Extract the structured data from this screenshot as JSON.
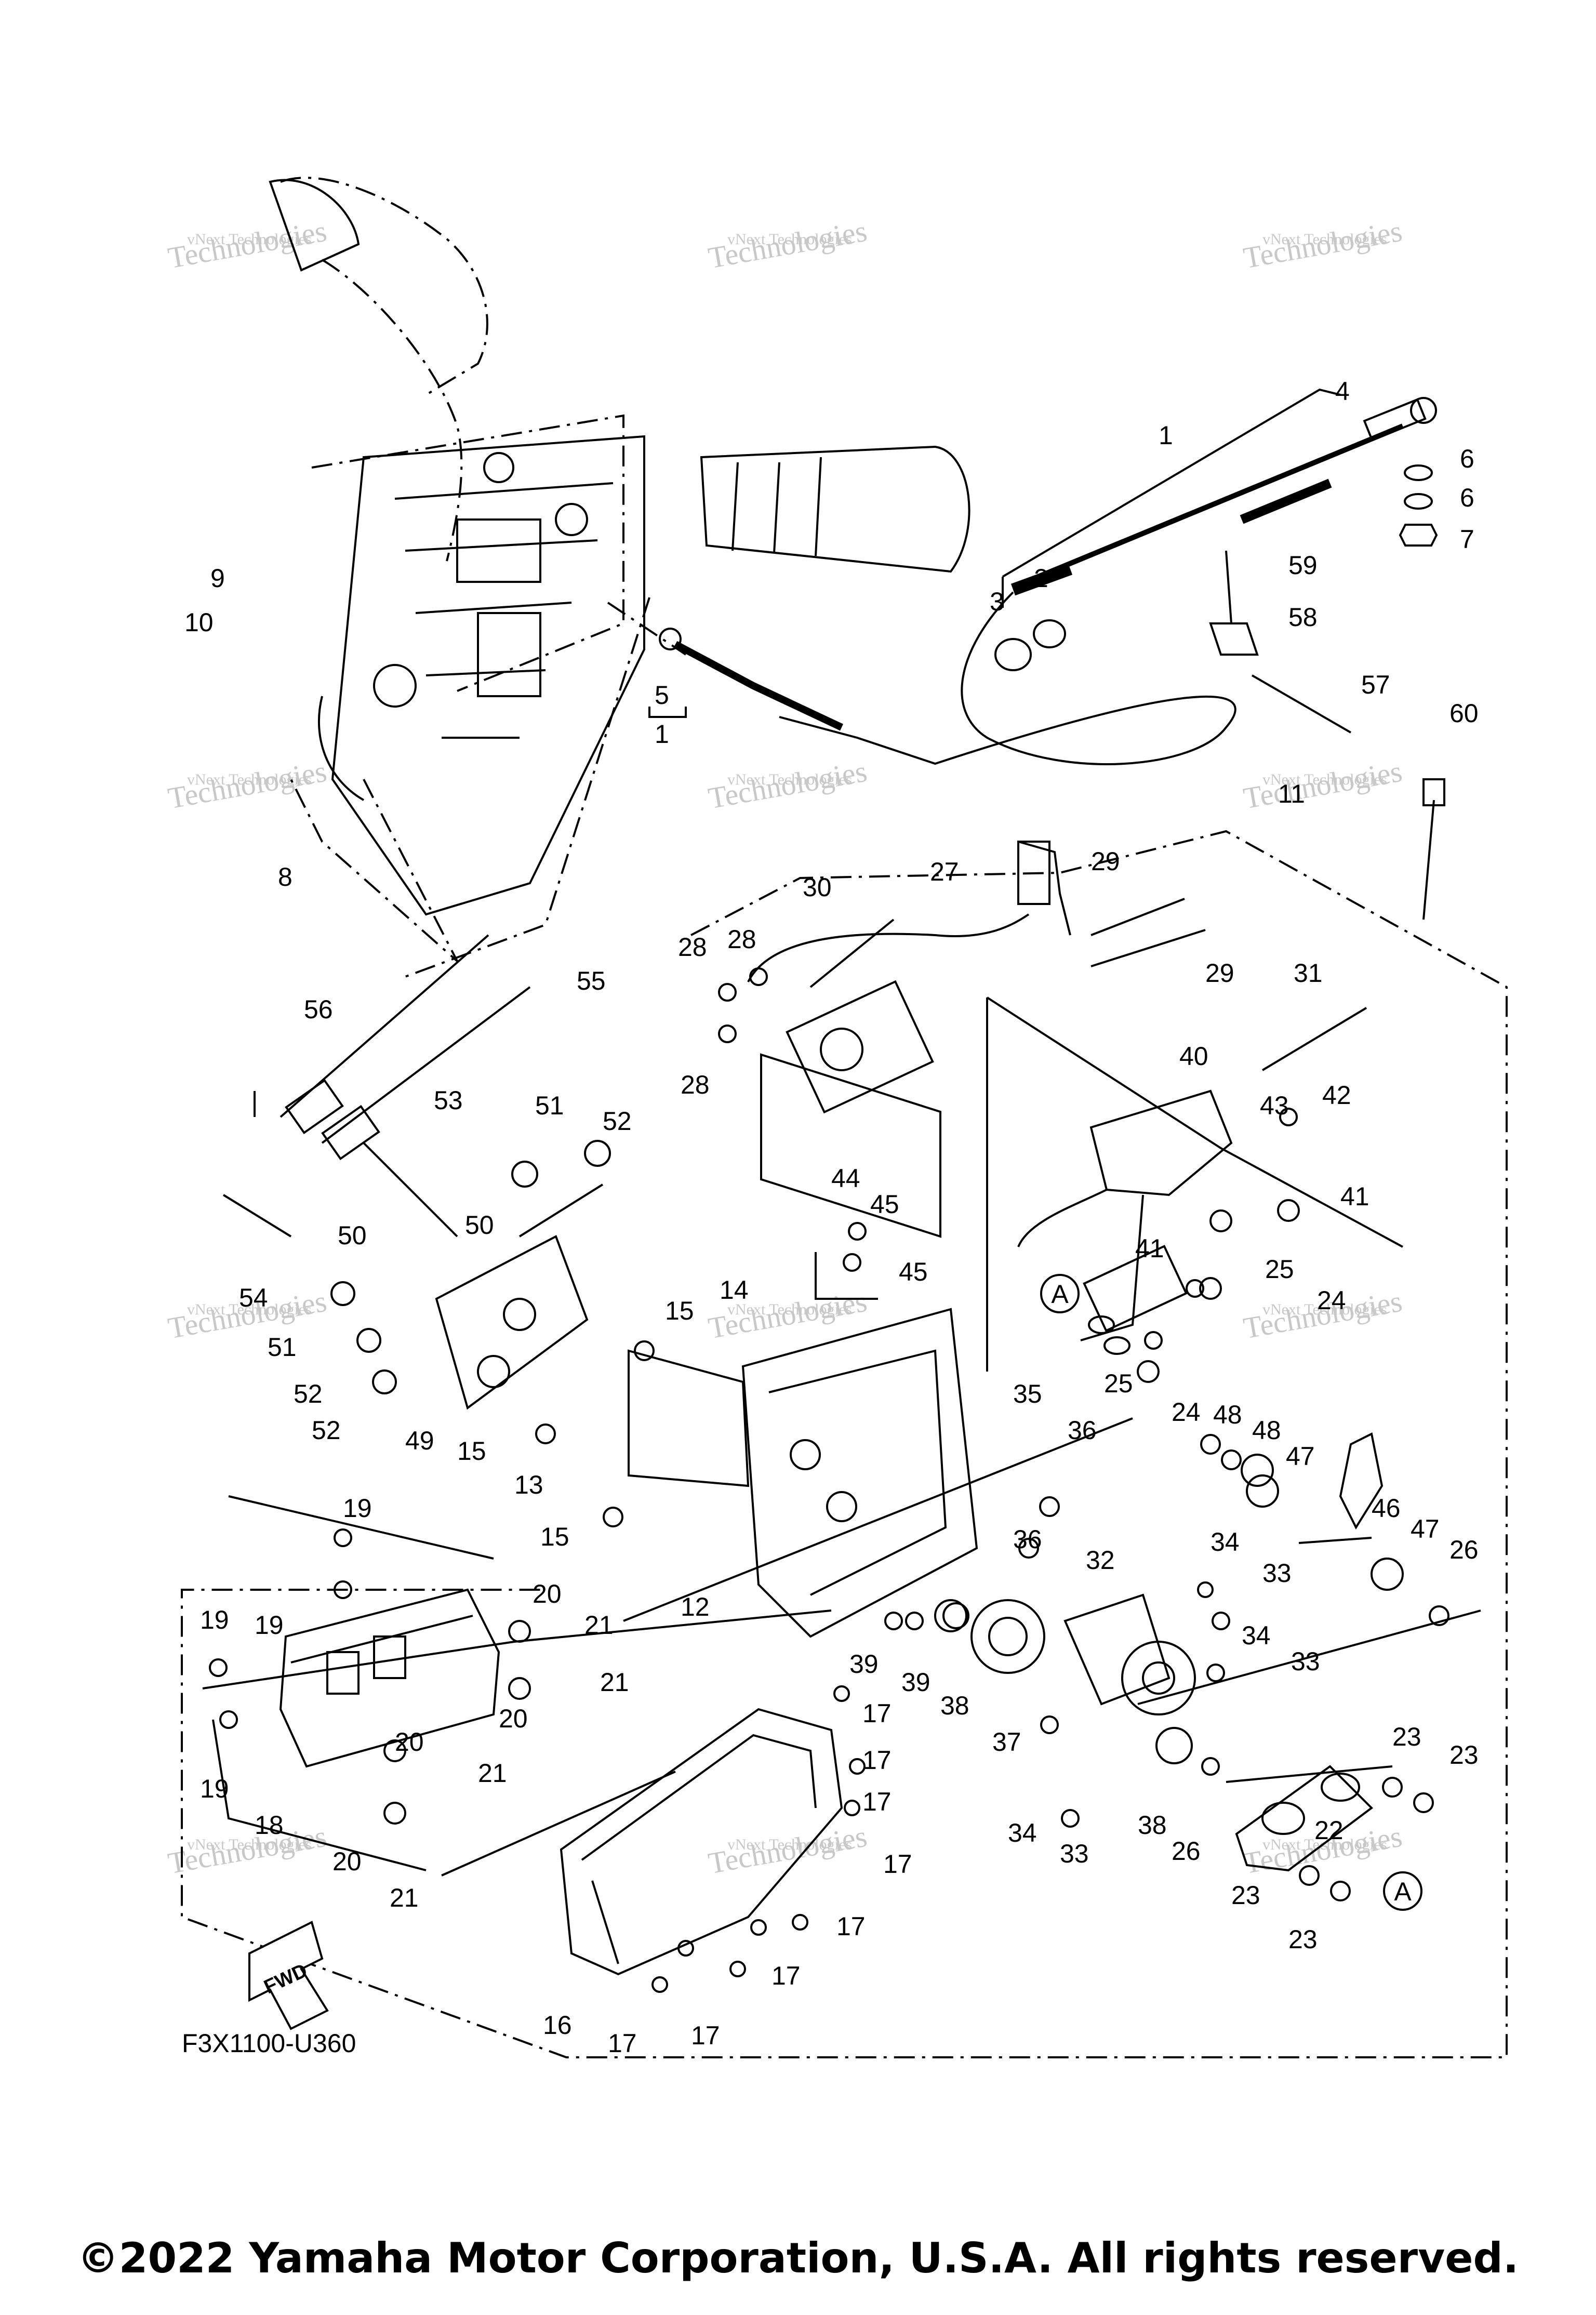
{
  "diagram": {
    "code": "F3X1100-U360",
    "fwd_arrow_label": "FWD",
    "reference_marker": "A",
    "watermark": {
      "line1": "vNext",
      "line2": "Technologies",
      "small": "vNext Technologies"
    }
  },
  "footer": {
    "copyright": "©2022 Yamaha Motor Corporation, U.S.A. All rights reserved."
  },
  "callouts": {
    "c1": "1",
    "c1b": "1",
    "c2": "2",
    "c3": "3",
    "c4": "4",
    "c5": "5",
    "c6a": "6",
    "c6b": "6",
    "c7": "7",
    "c8": "8",
    "c9": "9",
    "c10": "10",
    "c11": "11",
    "c12": "12",
    "c13": "13",
    "c14": "14",
    "c15a": "15",
    "c15b": "15",
    "c15c": "15",
    "c16": "16",
    "c17a": "17",
    "c17b": "17",
    "c17c": "17",
    "c17d": "17",
    "c17e": "17",
    "c17f": "17",
    "c17g": "17",
    "c17h": "17",
    "c18": "18",
    "c19a": "19",
    "c19b": "19",
    "c19c": "19",
    "c19d": "19",
    "c20a": "20",
    "c20b": "20",
    "c20c": "20",
    "c20d": "20",
    "c21a": "21",
    "c21b": "21",
    "c21c": "21",
    "c21d": "21",
    "c22": "22",
    "c23a": "23",
    "c23b": "23",
    "c23c": "23",
    "c23d": "23",
    "c24a": "24",
    "c24b": "24",
    "c25a": "25",
    "c25b": "25",
    "c26a": "26",
    "c26b": "26",
    "c27": "27",
    "c28a": "28",
    "c28b": "28",
    "c28c": "28",
    "c29a": "29",
    "c29b": "29",
    "c30": "30",
    "c31": "31",
    "c32": "32",
    "c33a": "33",
    "c33b": "33",
    "c33c": "33",
    "c34a": "34",
    "c34b": "34",
    "c34c": "34",
    "c35": "35",
    "c36a": "36",
    "c36b": "36",
    "c37": "37",
    "c38a": "38",
    "c38b": "38",
    "c39a": "39",
    "c39b": "39",
    "c40": "40",
    "c41a": "41",
    "c41b": "41",
    "c42": "42",
    "c43": "43",
    "c44": "44",
    "c45a": "45",
    "c45b": "45",
    "c46": "46",
    "c47a": "47",
    "c47b": "47",
    "c48a": "48",
    "c48b": "48",
    "c49": "49",
    "c50a": "50",
    "c50b": "50",
    "c51a": "51",
    "c51b": "51",
    "c52a": "52",
    "c52b": "52",
    "c52c": "52",
    "c53": "53",
    "c54": "54",
    "c55": "55",
    "c56": "56",
    "c57": "57",
    "c58": "58",
    "c59": "59",
    "c60": "60"
  }
}
